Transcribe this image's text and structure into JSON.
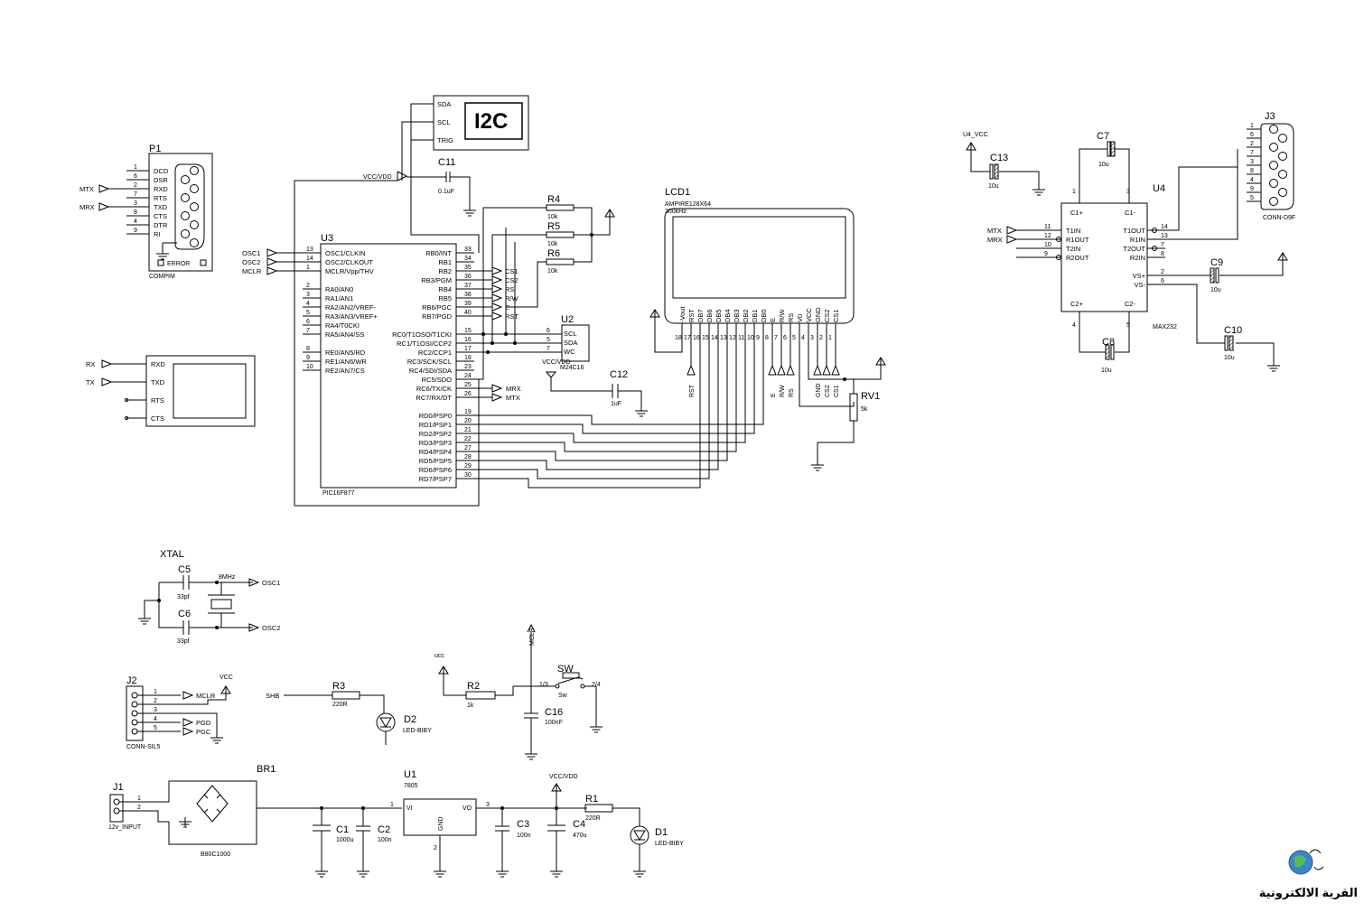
{
  "title": "",
  "components": {
    "P1": {
      "ref": "P1",
      "type": "COMPIM",
      "pins": [
        "DCD",
        "DSR",
        "RXD",
        "RTS",
        "TXD",
        "CTS",
        "DTR",
        "RI"
      ],
      "nums": [
        "1",
        "6",
        "2",
        "7",
        "3",
        "8",
        "4",
        "9"
      ],
      "error": "ERROR"
    },
    "U3": {
      "ref": "U3",
      "type": "PIC16F877",
      "left_pins": [
        [
          "13",
          "OSC1/CLKIN"
        ],
        [
          "14",
          "OSC2/CLKOUT"
        ],
        [
          "1",
          "MCLR/Vpp/THV"
        ],
        [
          "2",
          "RA0/AN0"
        ],
        [
          "3",
          "RA1/AN1"
        ],
        [
          "4",
          "RA2/AN2/VREF-"
        ],
        [
          "5",
          "RA3/AN3/VREF+"
        ],
        [
          "6",
          "RA4/T0CKI"
        ],
        [
          "7",
          "RA5/AN4/SS"
        ],
        [
          "8",
          "RE0/AN5/RD"
        ],
        [
          "9",
          "RE1/AN6/WR"
        ],
        [
          "10",
          "RE2/AN7/CS"
        ]
      ],
      "right_pins": [
        [
          "33",
          "RB0/INT"
        ],
        [
          "34",
          "RB1"
        ],
        [
          "35",
          "RB2"
        ],
        [
          "36",
          "RB3/PGM"
        ],
        [
          "37",
          "RB4"
        ],
        [
          "38",
          "RB5"
        ],
        [
          "39",
          "RB6/PGC"
        ],
        [
          "40",
          "RB7/PGD"
        ],
        [
          "15",
          "RC0/T1OSO/T1CKI"
        ],
        [
          "16",
          "RC1/T1OSI/CCP2"
        ],
        [
          "17",
          "RC2/CCP1"
        ],
        [
          "18",
          "RC3/SCK/SCL"
        ],
        [
          "23",
          "RC4/SDI/SDA"
        ],
        [
          "24",
          "RC5/SDO"
        ],
        [
          "25",
          "RC6/TX/CK"
        ],
        [
          "26",
          "RC7/RX/DT"
        ],
        [
          "19",
          "RD0/PSP0"
        ],
        [
          "20",
          "RD1/PSP1"
        ],
        [
          "21",
          "RD2/PSP2"
        ],
        [
          "22",
          "RD3/PSP3"
        ],
        [
          "27",
          "RD4/PSP4"
        ],
        [
          "28",
          "RD5/PSP5"
        ],
        [
          "29",
          "RD6/PSP6"
        ],
        [
          "30",
          "RD7/PSP7"
        ]
      ]
    },
    "I2C": {
      "label": "I2C",
      "pins": [
        "SDA",
        "SCL",
        "TRIG"
      ]
    },
    "LCD1": {
      "ref": "LCD1",
      "type": "AMPIRE128X64",
      "freq": "300kHz",
      "pins": [
        "-Vout",
        "RST",
        "DB7",
        "DB6",
        "DB5",
        "DB4",
        "DB3",
        "DB2",
        "DB1",
        "DB0",
        "E",
        "R/W",
        "RS",
        "V0",
        "VCC",
        "GND",
        "CS2",
        "CS1"
      ],
      "nums": [
        "18",
        "17",
        "16",
        "15",
        "14",
        "13",
        "12",
        "11",
        "10",
        "9",
        "8",
        "7",
        "6",
        "5",
        "4",
        "3",
        "2",
        "1"
      ]
    },
    "U2": {
      "ref": "U2",
      "type": "M24C16",
      "pins": [
        [
          "6",
          "SCL"
        ],
        [
          "5",
          "SDA"
        ],
        [
          "7",
          "WC"
        ]
      ],
      "power": "VCC/VDD"
    },
    "U4": {
      "ref": "U4",
      "type": "MAX232",
      "left_pins": [
        [
          "11",
          "T1IN"
        ],
        [
          "12",
          "R1OUT"
        ],
        [
          "10",
          "T2IN"
        ],
        [
          "9",
          "R2OUT"
        ]
      ],
      "right_pins": [
        [
          "14",
          "T1OUT"
        ],
        [
          "13",
          "R1IN"
        ],
        [
          "7",
          "T2OUT"
        ],
        [
          "8",
          "R2IN"
        ]
      ],
      "vs": [
        [
          "2",
          "VS+"
        ],
        [
          "6",
          "VS-"
        ]
      ],
      "caps": [
        "C1+",
        "C1-",
        "C2+",
        "C2-"
      ],
      "cap_nums": [
        "1",
        "3",
        "4",
        "5"
      ]
    },
    "J3": {
      "ref": "J3",
      "type": "CONN-D9F",
      "nums": [
        "1",
        "6",
        "2",
        "7",
        "3",
        "8",
        "4",
        "9",
        "5"
      ]
    },
    "J2": {
      "ref": "J2",
      "type": "CONN-SIL5",
      "nums": [
        "1",
        "2",
        "3",
        "4",
        "5"
      ],
      "nets": [
        "MCLR",
        "PGD",
        "PGC"
      ]
    },
    "J1": {
      "ref": "J1",
      "type": "12v_INPUT",
      "nums": [
        "1",
        "2"
      ]
    },
    "BR1": {
      "ref": "BR1",
      "type": "B80C1000"
    },
    "U1": {
      "ref": "U1",
      "type": "7805",
      "pins": [
        "VI",
        "VO",
        "GND"
      ],
      "nums": [
        "1",
        "3",
        "2"
      ]
    },
    "RV1": {
      "ref": "RV1",
      "value": "5k"
    },
    "SW": {
      "ref": "SW",
      "value": "Sw",
      "nums": [
        "1/3",
        "2/4"
      ]
    },
    "vterm": {
      "labels": [
        "RXD",
        "TXD",
        "RTS",
        "CTS"
      ]
    }
  },
  "passives": {
    "R4": {
      "ref": "R4",
      "value": "10k"
    },
    "R5": {
      "ref": "R5",
      "value": "10k"
    },
    "R6": {
      "ref": "R6",
      "value": "10k"
    },
    "R3": {
      "ref": "R3",
      "value": "220R"
    },
    "R2": {
      "ref": "R2",
      "value": "1k"
    },
    "R1": {
      "ref": "R1",
      "value": "220R"
    },
    "C11": {
      "ref": "C11",
      "value": "0.1uF"
    },
    "C12": {
      "ref": "C12",
      "value": "1uF"
    },
    "C13": {
      "ref": "C13",
      "value": "10u"
    },
    "C7": {
      "ref": "C7",
      "value": "10u"
    },
    "C8": {
      "ref": "C8",
      "value": "10u"
    },
    "C9": {
      "ref": "C9",
      "value": "10u"
    },
    "C10": {
      "ref": "C10",
      "value": "10u"
    },
    "C5": {
      "ref": "C5",
      "value": "33pf"
    },
    "C6": {
      "ref": "C6",
      "value": "33pf"
    },
    "XTAL": {
      "ref": "XTAL",
      "value": "8MHz"
    },
    "C16": {
      "ref": "C16",
      "value": "100nF"
    },
    "C1": {
      "ref": "C1",
      "value": "1000u"
    },
    "C2": {
      "ref": "C2",
      "value": "100n"
    },
    "C3": {
      "ref": "C3",
      "value": "100n"
    },
    "C4": {
      "ref": "C4",
      "value": "470u"
    },
    "D1": {
      "ref": "D1",
      "value": "LED-BIBY"
    },
    "D2": {
      "ref": "D2",
      "value": "LED-BIBY"
    }
  },
  "nets": {
    "MTX": "MTX",
    "MRX": "MRX",
    "RX": "RX",
    "TX": "TX",
    "OSC1": "OSC1",
    "OSC2": "OSC2",
    "MCLR": "MCLR",
    "VCC": "VCC",
    "VCCVDD": "VCC/VDD",
    "U4VCC": "U4_VCC",
    "SHB": "SHB",
    "UCC": "ucc",
    "CS1": "CS1",
    "CS2": "CS2",
    "RS": "RS",
    "RW": "R/W",
    "E": "E",
    "RST": "RST"
  },
  "logo": {
    "text": "القرية الالكترونية"
  }
}
